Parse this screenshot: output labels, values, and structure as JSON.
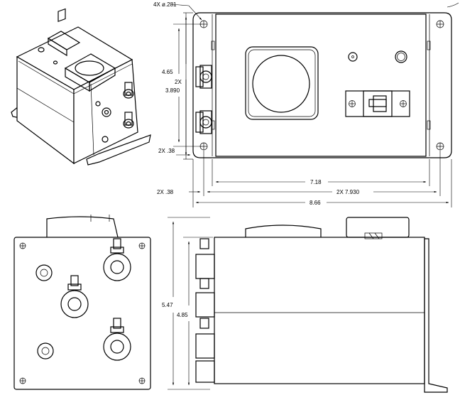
{
  "colors": {
    "line": "#000000",
    "background": "#ffffff"
  },
  "dimensions": {
    "hole_callout": "4X ø.281",
    "height_overall": "4.65",
    "hole_spacing_vertical_qty": "2X",
    "hole_spacing_vertical": "3.890",
    "bottom_offset": "2X .38",
    "inner_length": "7.18",
    "left_offset": "2X .38",
    "hole_spacing_horizontal": "2X 7.930",
    "length_overall": "8.66",
    "side_height_overall": "5.47",
    "side_height_body": "4.85"
  }
}
